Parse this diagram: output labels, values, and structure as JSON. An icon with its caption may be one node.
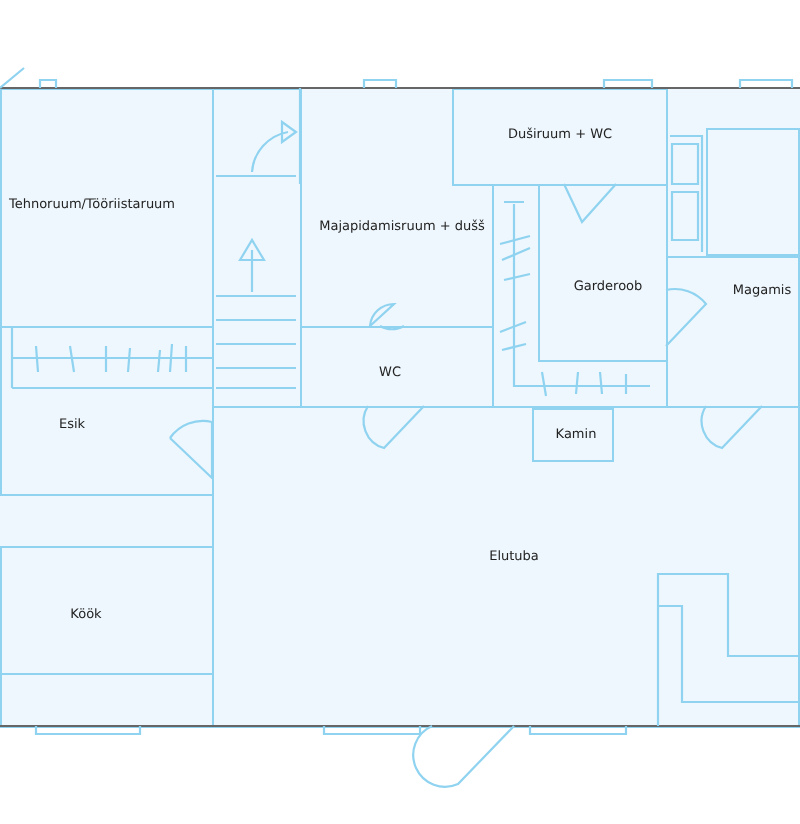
{
  "diagram": {
    "nodes": [
      {
        "text": [
          "Tehnoruum/Tööriistaruum"
        ]
      },
      {
        "text": [
          "Majapidamisruum + dušš"
        ]
      },
      {
        "text": [
          "Duširuum + WC"
        ]
      },
      {
        "text": [
          "Garderoob"
        ]
      },
      {
        "text": [
          "Magamis"
        ]
      },
      {
        "text": [
          "WC"
        ]
      },
      {
        "text": [
          "Esik"
        ]
      },
      {
        "text": [
          "Elutuba"
        ]
      },
      {
        "text": [
          "Kamin"
        ],
        "in": 7
      },
      {
        "text": [
          "Köök"
        ]
      },
      {
        "text": [],
        "shape": "box"
      },
      {
        "text": [],
        "shape": "box"
      }
    ]
  }
}
